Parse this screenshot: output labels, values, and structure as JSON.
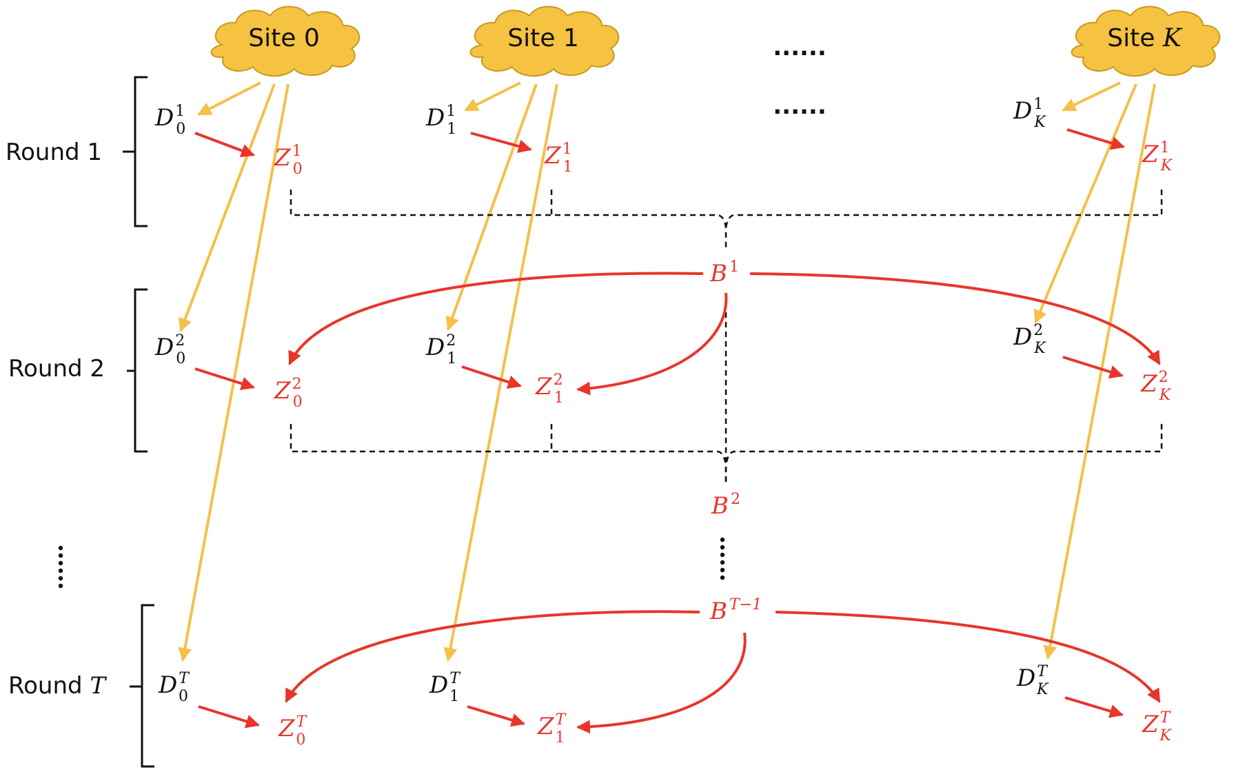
{
  "colors": {
    "cloud": "#f5c242",
    "cloud_stroke": "#c99a1e",
    "red": "#e8352a",
    "yellow": "#f4c04a",
    "black": "#111111"
  },
  "sites": [
    {
      "label": "Site 0"
    },
    {
      "label": "Site 1"
    },
    {
      "label": "Site ",
      "label_italic": "K"
    }
  ],
  "rounds": [
    {
      "label": "Round 1"
    },
    {
      "label": "Round 2"
    },
    {
      "label": "Round ",
      "label_italic": "T"
    }
  ],
  "symbols": {
    "D": "D",
    "Z": "Z",
    "B": "B"
  },
  "site_index": [
    "0",
    "1",
    "K"
  ],
  "round_index": [
    "1",
    "2",
    "T"
  ],
  "broadcasts": [
    "1",
    "2",
    "T−1"
  ],
  "ellipsis": "......"
}
